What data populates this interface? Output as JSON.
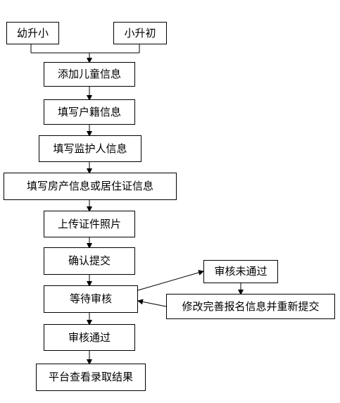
{
  "nodes": {
    "primary_entry": "幼升小",
    "junior_entry": "小升初",
    "add_child": "添加儿童信息",
    "fill_household": "填写户籍信息",
    "fill_guardian": "填写监护人信息",
    "fill_housing": "填写房产信息或居住证信息",
    "upload_photos": "上传证件照片",
    "confirm_submit": "确认提交",
    "wait_review": "等待审核",
    "review_failed": "审核未通过",
    "revise_resubmit": "修改完善报名信息并重新提交",
    "review_passed": "审核通过",
    "check_result": "平台查看录取结果"
  },
  "colors": {
    "line": "#000000",
    "box_border": "#000000",
    "background": "#ffffff"
  }
}
